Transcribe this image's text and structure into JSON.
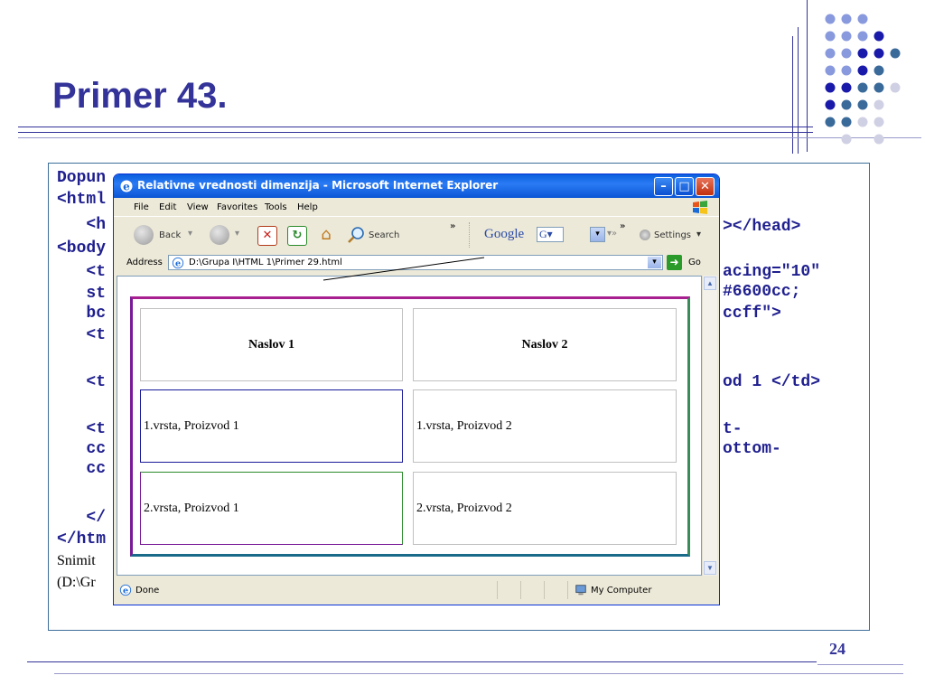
{
  "slide": {
    "title": "Primer 43.",
    "page_number": "24"
  },
  "code_lines": {
    "l1": "Dopun",
    "l2": "<html",
    "l3": "   <h",
    "l4": "<body",
    "l5": "   <t",
    "l6": "   st",
    "l7": "   bc",
    "l8": "   <t",
    "l9": "   <t",
    "l10": "   <t",
    "l11": "   cc",
    "l12": "   cc",
    "l13": "   </",
    "l14": "</htm"
  },
  "code_right": {
    "r1": "></head>",
    "r2": "acing=\"10\"",
    "r3": "#6600cc;",
    "r4": "ccff\">",
    "r5": "od 1 </td>",
    "r6": "t-",
    "r7": "ottom-"
  },
  "text_fragments": {
    "t1": "Snimit",
    "t2": "(D:\\Gr"
  },
  "browser": {
    "title": "Relativne vrednosti dimenzija - Microsoft Internet Explorer",
    "menu": [
      "File",
      "Edit",
      "View",
      "Favorites",
      "Tools",
      "Help"
    ],
    "toolbar": {
      "back": "Back",
      "search": "Search",
      "google": "Google",
      "settings": "Settings"
    },
    "address_label": "Address",
    "address_value": "D:\\Grupa I\\HTML 1\\Primer 29.html",
    "go_label": "Go",
    "status": "Done",
    "zone": "My Computer"
  },
  "demo_table": {
    "headers": [
      "Naslov 1",
      "Naslov 2"
    ],
    "rows": [
      [
        "1.vrsta, Proizvod 1",
        "1.vrsta, Proizvod 2"
      ],
      [
        "2.vrsta, Proizvod 1",
        "2.vrsta, Proizvod 2"
      ]
    ]
  },
  "colors": {
    "title": "#333399",
    "code": "#1f1f8f",
    "table_border_top": "#a82090",
    "table_border_right": "#3a8a5a",
    "table_border_bottom": "#1a6a8a",
    "table_border_left": "#7a1a98"
  }
}
